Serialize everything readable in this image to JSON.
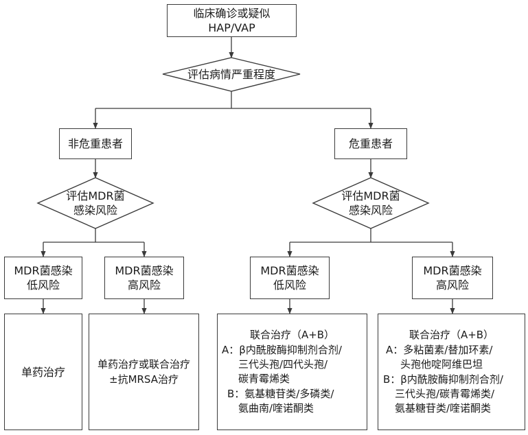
{
  "start": {
    "line1": "临床确诊或疑似",
    "line2": "HAP/VAP"
  },
  "assess_severity": "评估病情严重程度",
  "non_critical": "非危重患者",
  "critical": "危重患者",
  "assess_mdr": {
    "line1": "评估MDR菌",
    "line2": "感染风险"
  },
  "low_risk": {
    "line1": "MDR菌感染",
    "line2": "低风险"
  },
  "high_risk": {
    "line1": "MDR菌感染",
    "line2": "高风险"
  },
  "treat_single": "单药治疗",
  "treat_nc_high": {
    "line1": "单药治疗或联合治疗",
    "line2": "±抗MRSA治疗"
  },
  "treat_c_low": {
    "title": "联合治疗（A+B）",
    "a1": "A：β内酰胺酶抑制剂合剂/",
    "a2": "三代头孢/四代头孢/",
    "a3": "碳青霉烯类",
    "b1": "B：氨基糖苷类/多磷类/",
    "b2": "氨曲南/喹诺酮类"
  },
  "treat_c_high": {
    "title": "联合治疗（A+B）",
    "a1": "A：多粘菌素/替加环素/",
    "a2": "头孢他啶阿维巴坦",
    "b1": "B：β内酰胺酶抑制剂合剂/",
    "b2": "三代头孢/碳青霉烯类/",
    "b3": "氨基糖苷类/喹诺酮类"
  }
}
